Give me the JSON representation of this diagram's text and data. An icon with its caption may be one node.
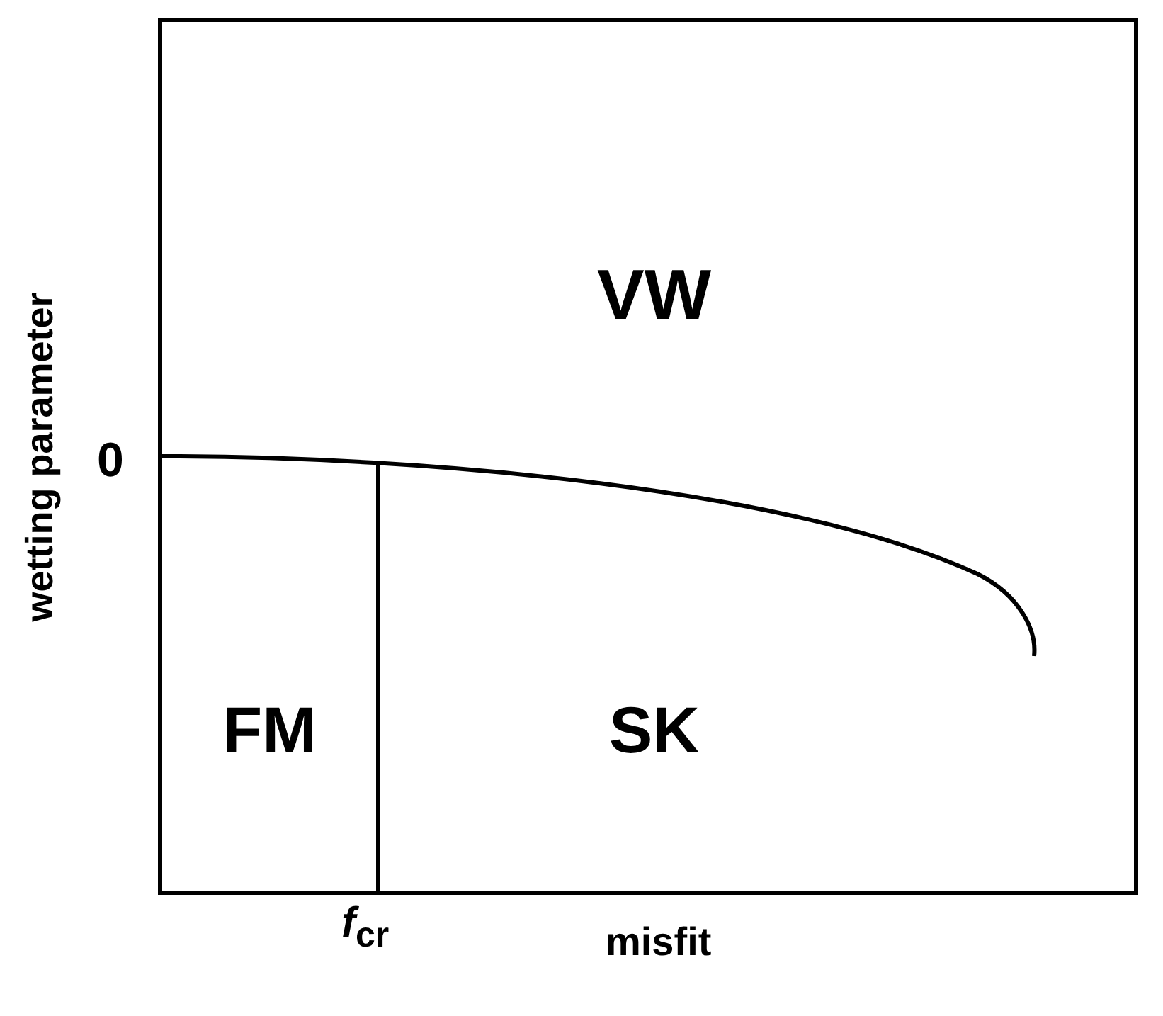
{
  "diagram": {
    "labels": [
      "VW",
      "0",
      "FM",
      "SK",
      "*f*$_{cr}$",
      "misfit",
      "wetting parameter"
    ]
  }
}
